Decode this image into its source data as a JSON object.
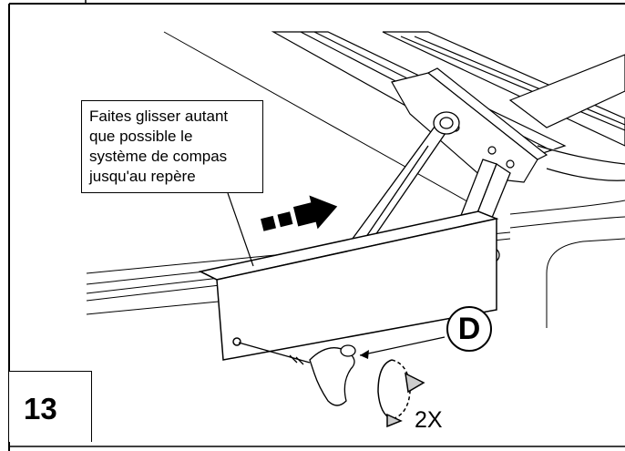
{
  "instruction": {
    "lines": [
      "Faites glisser autant",
      "que possible le",
      "système de compas",
      "jusqu'au repère"
    ]
  },
  "step_number": "13",
  "part_label": "D",
  "quantity": "2X"
}
